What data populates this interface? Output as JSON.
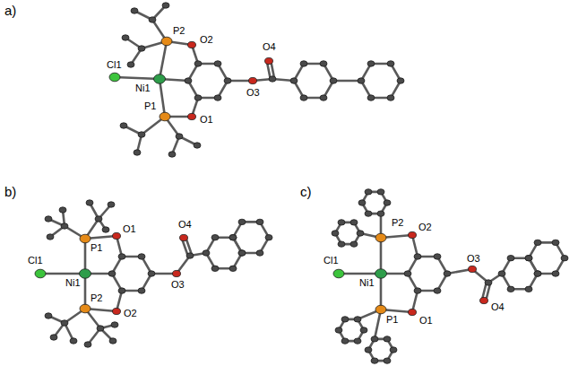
{
  "diagram": {
    "labels": [
      "a)",
      "b)",
      "c)",
      "Cl1",
      "P2",
      "O2",
      "Ni1",
      "P1",
      "O1",
      "O4",
      "O3",
      "P1",
      "O1",
      "O4",
      "O3",
      "Cl1",
      "Ni1",
      "P2",
      "O2",
      "P2",
      "O2",
      "O3",
      "Cl1",
      "Ni1",
      "O4",
      "P1",
      "O1"
    ]
  }
}
